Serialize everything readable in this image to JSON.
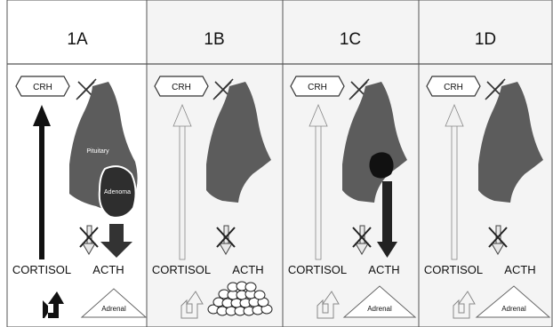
{
  "panels": [
    {
      "title": "1A",
      "crh": "CRH",
      "cortisol": "CORTISOL",
      "acth": "ACTH",
      "adrenal": "Adrenal",
      "pituitary_label": "Pituitary",
      "tumor_label": "Adenoma",
      "variant": "pituitary-adenoma"
    },
    {
      "title": "1B",
      "crh": "CRH",
      "cortisol": "CORTISOL",
      "acth": "ACTH",
      "variant": "adrenal-nodular"
    },
    {
      "title": "1C",
      "crh": "CRH",
      "cortisol": "CORTISOL",
      "acth": "ACTH",
      "adrenal": "Adrenal",
      "variant": "ectopic-acth"
    },
    {
      "title": "1D",
      "crh": "CRH",
      "cortisol": "CORTISOL",
      "acth": "ACTH",
      "adrenal": "Adrenal",
      "variant": "exogenous"
    }
  ],
  "colors": {
    "pituitary_fill": "#5c5c5c",
    "tumor_fill": "#2e2e2e",
    "dark_arrow": "#111111",
    "light_arrow": "#f2f2f2",
    "panel_bg_first": "#ffffff",
    "panel_bg_other": "#f4f4f4",
    "border": "#555555"
  },
  "icons": [
    "blocked-cross-icon",
    "up-arrow-icon",
    "down-arrow-icon",
    "curved-arrow-icon",
    "adrenal-triangle-icon",
    "adrenal-nodules-icon"
  ]
}
